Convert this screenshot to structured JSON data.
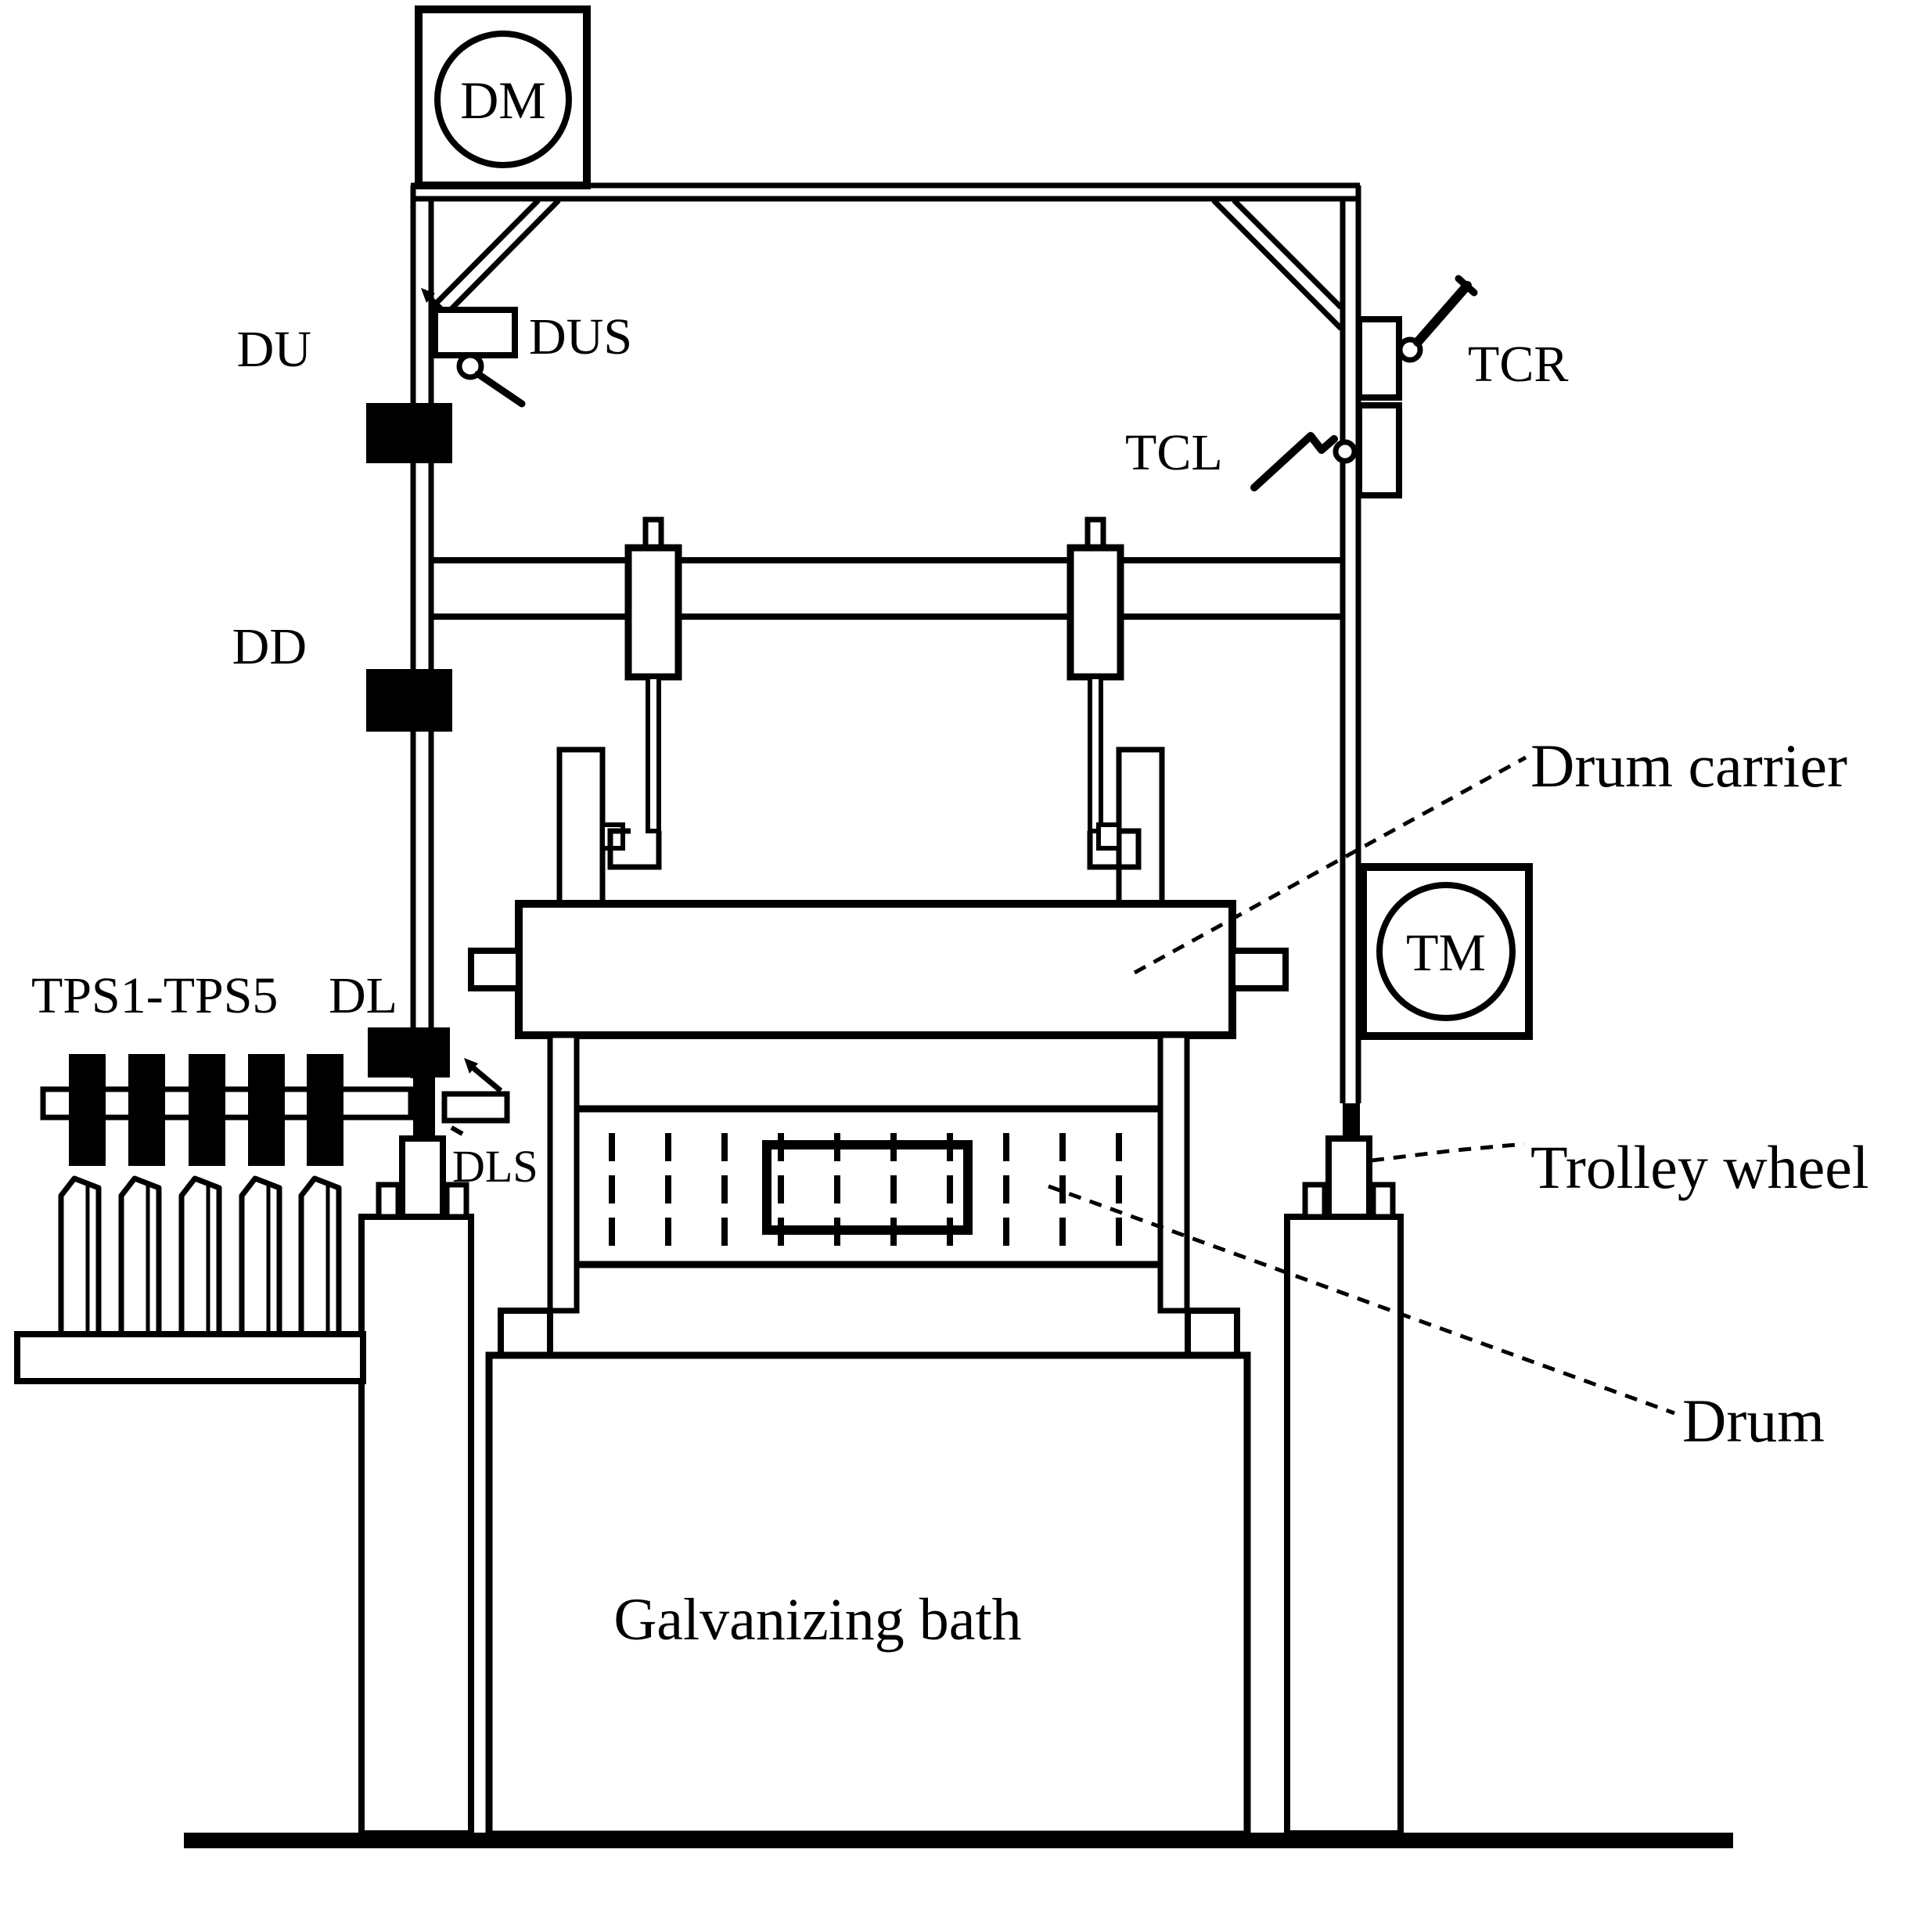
{
  "canvas": {
    "background": "#ffffff",
    "line_color": "#000000"
  },
  "labels": {
    "dm": "DM",
    "tm": "TM",
    "du": "DU",
    "dus": "DUS",
    "dd": "DD",
    "dl": "DL",
    "dls": "DLS",
    "tps_range": "TPS1-TPS5",
    "tcl": "TCL",
    "tcr": "TCR",
    "drum_carrier": "Drum carrier",
    "trolley_wheel": "Trolley wheel",
    "drum": "Drum",
    "galvanizing_bath": "Galvanizing bath"
  }
}
